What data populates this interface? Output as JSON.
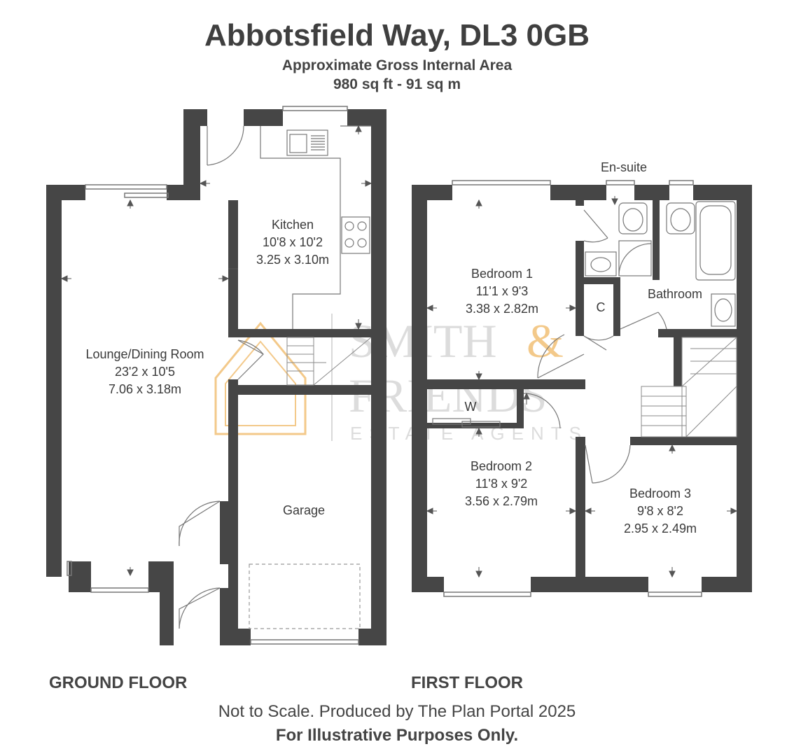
{
  "header": {
    "title": "Abbotsfield Way, DL3 0GB",
    "subtitle_1": "Approximate Gross Internal Area",
    "subtitle_2": "980 sq ft - 91 sq m"
  },
  "watermark": {
    "line1": "SMITH",
    "amp": "&",
    "line2": "FRIENDS",
    "line3": "ESTATE AGENTS",
    "accent_color": "#f3c98a",
    "text_color": "#d9d9d9"
  },
  "ground_floor": {
    "label": "GROUND FLOOR",
    "rooms": {
      "kitchen": {
        "name": "Kitchen",
        "imperial": "10'8 x 10'2",
        "metric": "3.25 x 3.10m"
      },
      "lounge": {
        "name": "Lounge/Dining Room",
        "imperial": "23'2 x 10'5",
        "metric": "7.06 x 3.18m"
      },
      "garage": {
        "name": "Garage"
      }
    }
  },
  "first_floor": {
    "label": "FIRST FLOOR",
    "rooms": {
      "bedroom1": {
        "name": "Bedroom 1",
        "imperial": "11'1 x 9'3",
        "metric": "3.38 x 2.82m"
      },
      "bedroom2": {
        "name": "Bedroom 2",
        "imperial": "11'8 x 9'2",
        "metric": "3.56 x 2.79m"
      },
      "bedroom3": {
        "name": "Bedroom 3",
        "imperial": "9'8 x 8'2",
        "metric": "2.95 x 2.49m"
      },
      "ensuite": {
        "name": "En-suite"
      },
      "bathroom": {
        "name": "Bathroom"
      },
      "cupboard": {
        "name": "C"
      },
      "wardrobe": {
        "name": "W"
      }
    }
  },
  "footer": {
    "line1": "Not to Scale. Produced by The Plan Portal 2025",
    "line2": "For Illustrative Purposes Only."
  },
  "colors": {
    "wall": "#464646",
    "line": "#7a7a7a"
  }
}
